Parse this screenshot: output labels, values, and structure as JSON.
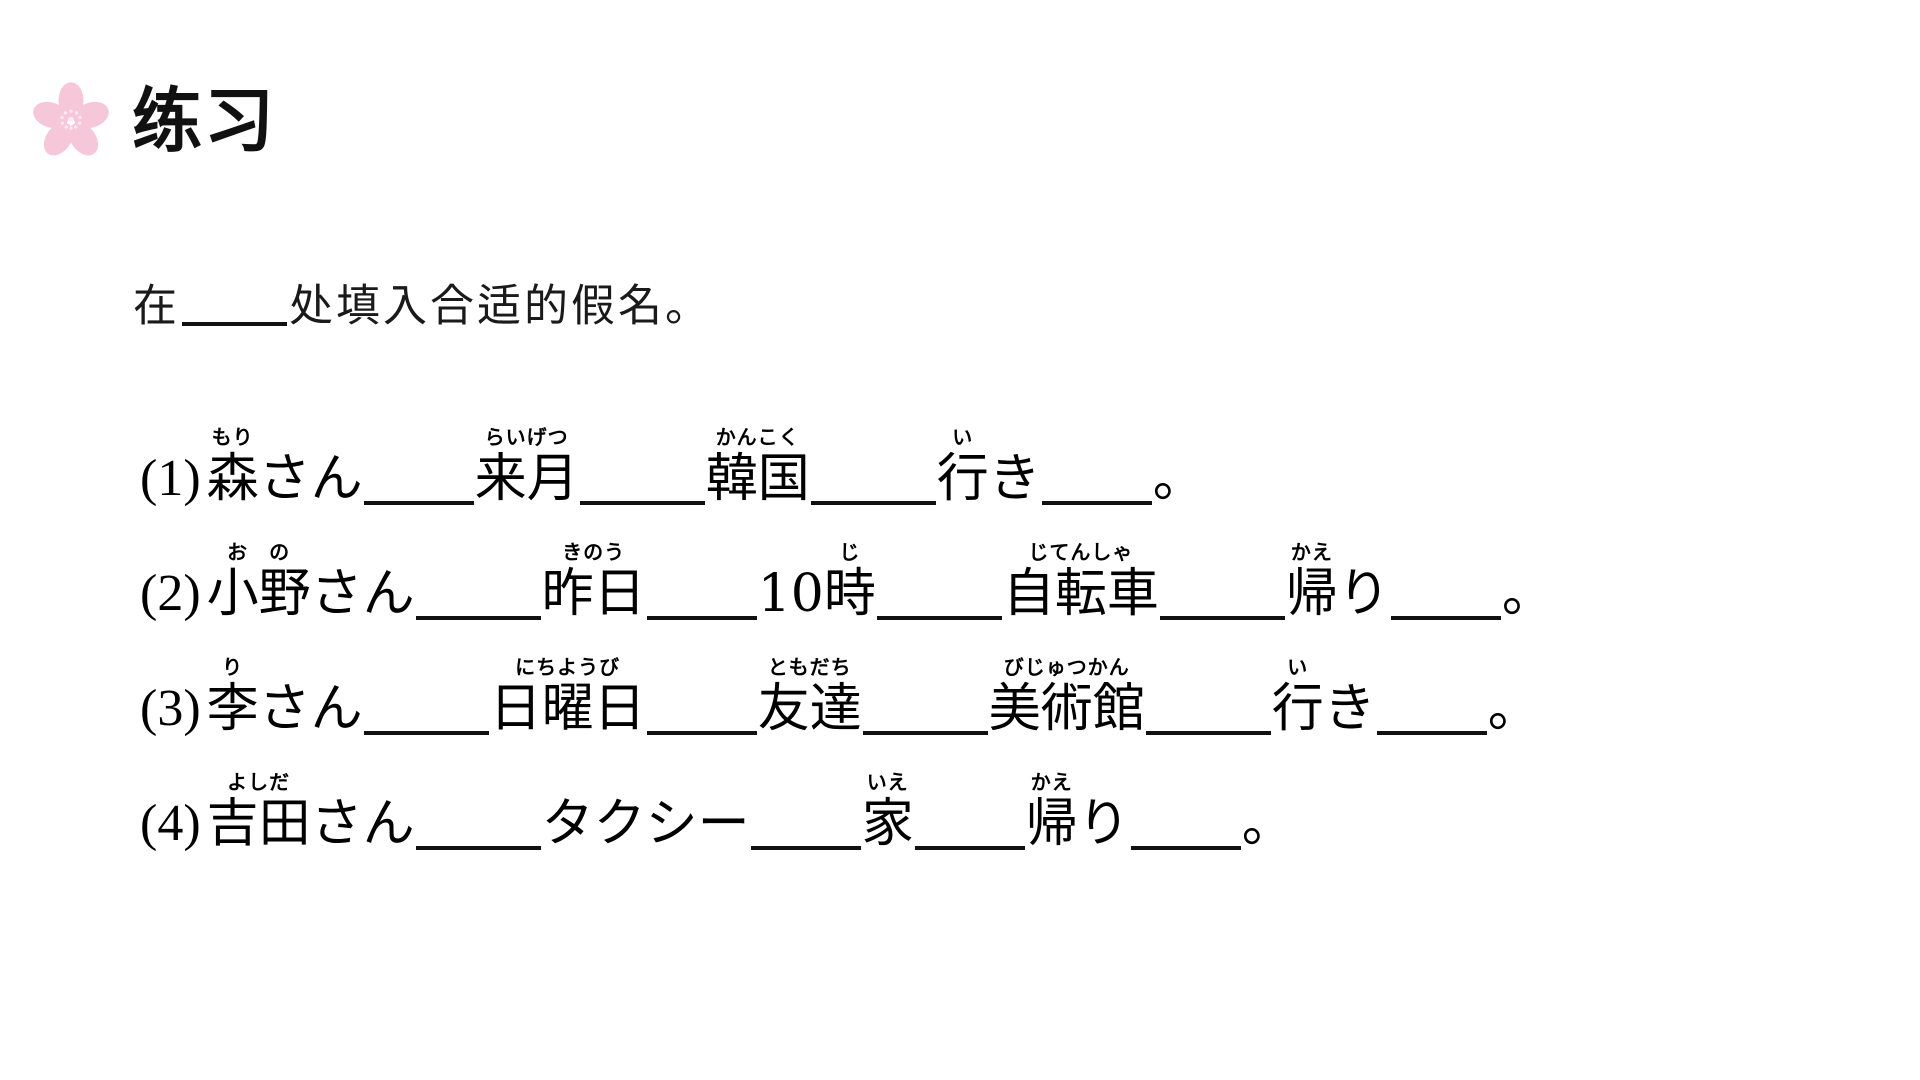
{
  "page": {
    "background_color": "#ffffff",
    "text_color": "#000000"
  },
  "header": {
    "icon": "sakura-flower-icon",
    "icon_color": "#f6c6d9",
    "title": "练习"
  },
  "instruction": {
    "before_blank": "在",
    "after_blank": "处填入合适的假名。",
    "full_text": "在____处填入合适的假名。"
  },
  "questions": [
    {
      "number": "(1)",
      "tokens": [
        {
          "type": "ruby",
          "base": "森",
          "ruby": "もり"
        },
        {
          "type": "text",
          "text": "さん"
        },
        {
          "type": "blank",
          "width": "w2"
        },
        {
          "type": "ruby",
          "base": "来月",
          "ruby": "らいげつ"
        },
        {
          "type": "blank",
          "width": "w3"
        },
        {
          "type": "ruby",
          "base": "韓国",
          "ruby": "かんこく"
        },
        {
          "type": "blank",
          "width": "w3"
        },
        {
          "type": "ruby",
          "base": "行",
          "ruby": "い"
        },
        {
          "type": "text",
          "text": "き"
        },
        {
          "type": "blank",
          "width": "w2"
        },
        {
          "type": "period",
          "text": "。"
        }
      ]
    },
    {
      "number": "(2)",
      "tokens": [
        {
          "type": "ruby",
          "base": "小野",
          "ruby": "お　の"
        },
        {
          "type": "text",
          "text": "さん"
        },
        {
          "type": "blank",
          "width": "w3"
        },
        {
          "type": "ruby",
          "base": "昨日",
          "ruby": "きのう"
        },
        {
          "type": "blank",
          "width": "w2"
        },
        {
          "type": "text",
          "text": "10"
        },
        {
          "type": "ruby",
          "base": "時",
          "ruby": "じ"
        },
        {
          "type": "blank",
          "width": "w3"
        },
        {
          "type": "ruby",
          "base": "自転車",
          "ruby": "じてんしゃ"
        },
        {
          "type": "blank",
          "width": "w3"
        },
        {
          "type": "ruby",
          "base": "帰",
          "ruby": "かえ"
        },
        {
          "type": "text",
          "text": "り"
        },
        {
          "type": "blank",
          "width": "w2"
        },
        {
          "type": "period",
          "text": "。"
        }
      ]
    },
    {
      "number": "(3)",
      "tokens": [
        {
          "type": "ruby",
          "base": "李",
          "ruby": "り"
        },
        {
          "type": "text",
          "text": "さん"
        },
        {
          "type": "blank",
          "width": "w3"
        },
        {
          "type": "ruby",
          "base": "日曜日",
          "ruby": "にちようび"
        },
        {
          "type": "blank",
          "width": "w2"
        },
        {
          "type": "ruby",
          "base": "友達",
          "ruby": "ともだち"
        },
        {
          "type": "blank",
          "width": "w3"
        },
        {
          "type": "ruby",
          "base": "美術館",
          "ruby": "びじゅつかん"
        },
        {
          "type": "blank",
          "width": "w3"
        },
        {
          "type": "ruby",
          "base": "行",
          "ruby": "い"
        },
        {
          "type": "text",
          "text": "き"
        },
        {
          "type": "blank",
          "width": "w2"
        },
        {
          "type": "period",
          "text": "。"
        }
      ]
    },
    {
      "number": "(4)",
      "tokens": [
        {
          "type": "ruby",
          "base": "吉田",
          "ruby": "よしだ"
        },
        {
          "type": "text",
          "text": "さん"
        },
        {
          "type": "blank",
          "width": "w3"
        },
        {
          "type": "text",
          "text": "タクシー"
        },
        {
          "type": "blank",
          "width": "w2"
        },
        {
          "type": "ruby",
          "base": "家",
          "ruby": "いえ"
        },
        {
          "type": "blank",
          "width": "w2"
        },
        {
          "type": "ruby",
          "base": "帰",
          "ruby": "かえ"
        },
        {
          "type": "text",
          "text": "り"
        },
        {
          "type": "blank",
          "width": "w2"
        },
        {
          "type": "period",
          "text": "。"
        }
      ]
    }
  ]
}
